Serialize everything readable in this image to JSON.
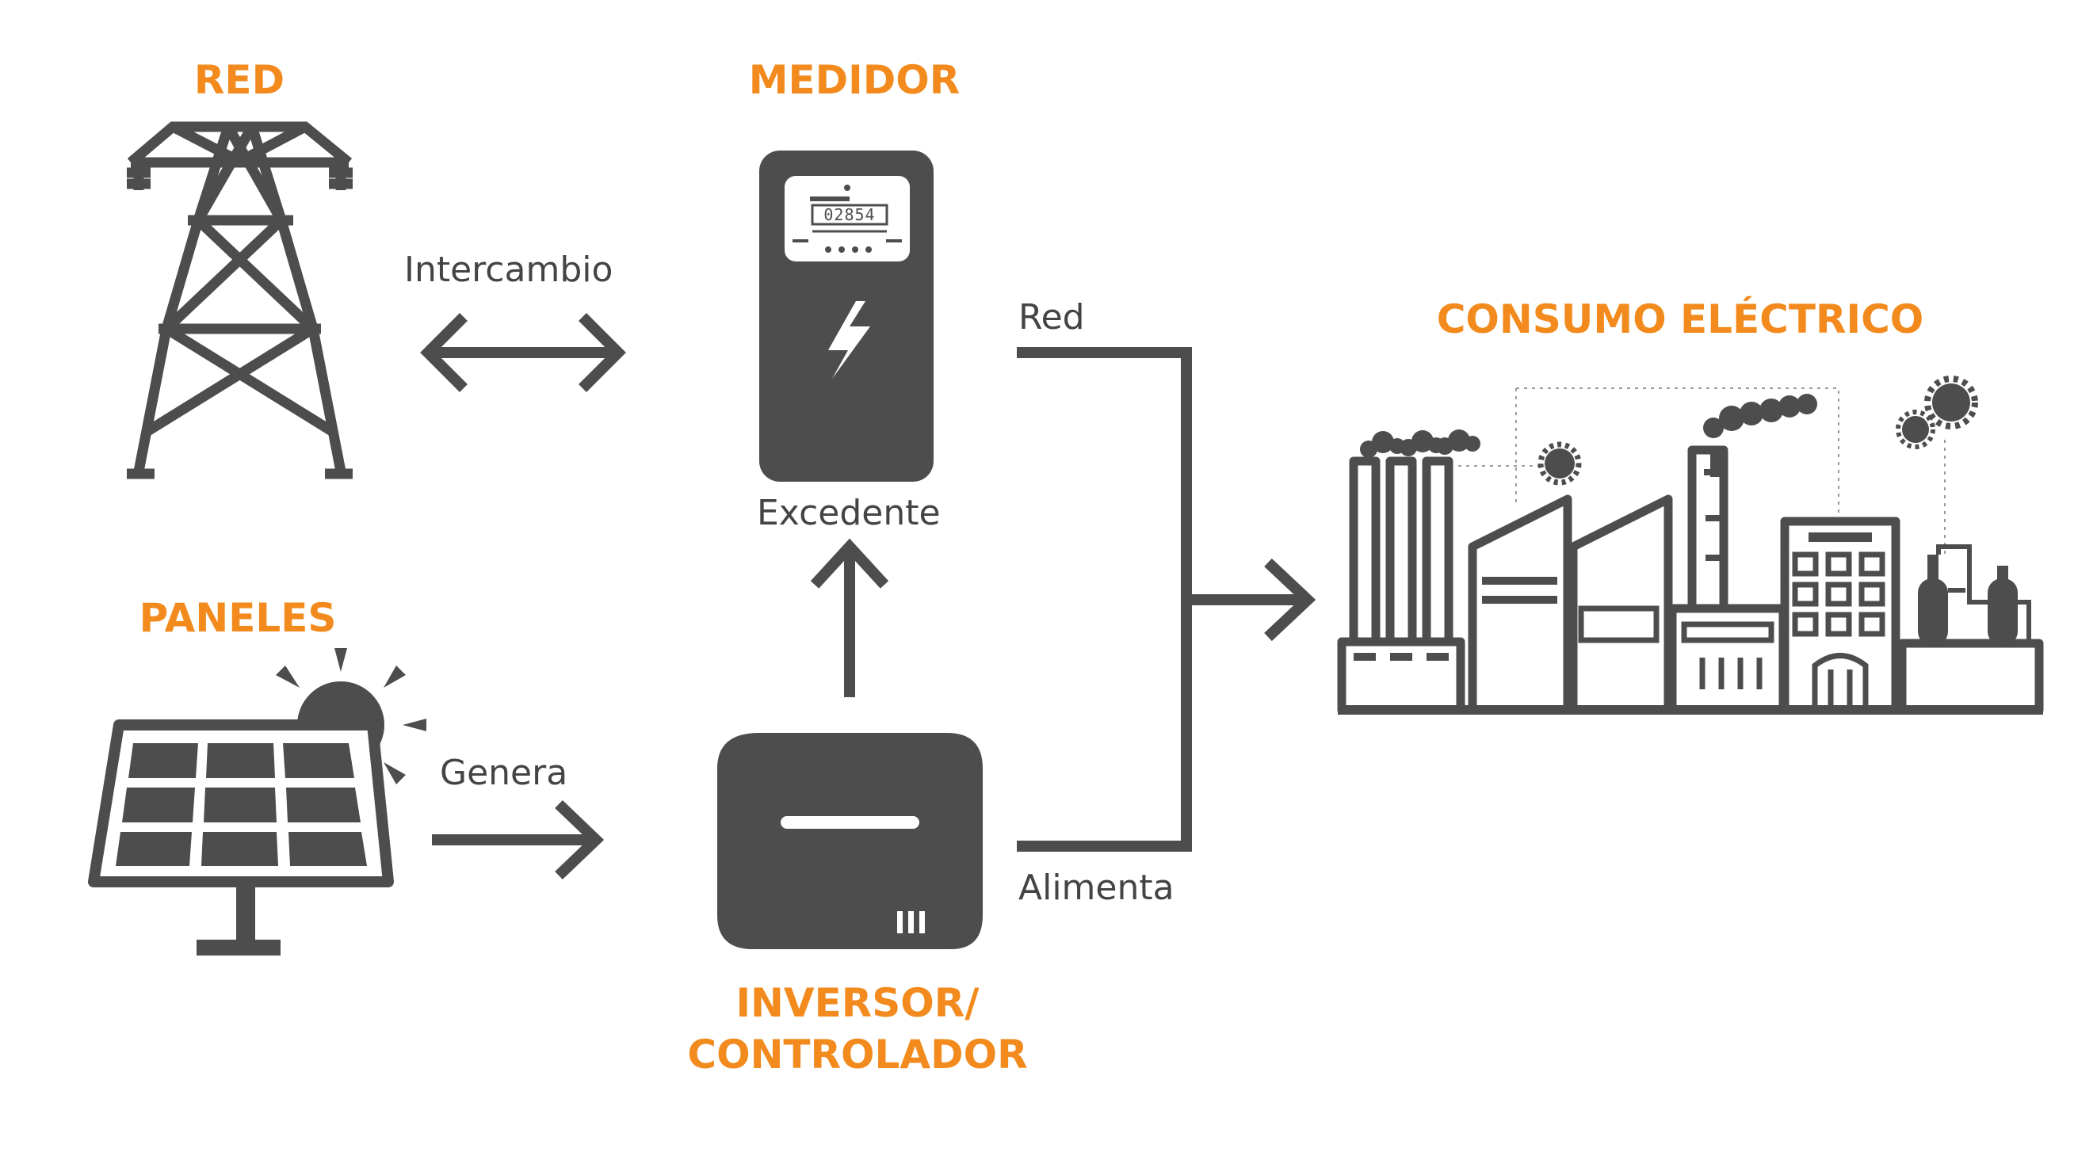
{
  "titles": {
    "red": "RED",
    "medidor": "MEDIDOR",
    "paneles": "PANELES",
    "inversor_line1": "INVERSOR/",
    "inversor_line2": "CONTROLADOR",
    "consumo": "CONSUMO ELÉCTRICO"
  },
  "labels": {
    "intercambio": "Intercambio",
    "red": "Red",
    "excedente": "Excedente",
    "genera": "Genera",
    "alimenta": "Alimenta"
  },
  "meter_display": "02854",
  "colors": {
    "accent": "#F28A1D",
    "icon": "#4d4d4d",
    "text": "#444444",
    "background": "#ffffff"
  },
  "icons": [
    "power-tower-icon",
    "electric-meter-icon",
    "solar-panel-icon",
    "sun-icon",
    "inverter-icon",
    "factory-icon"
  ]
}
